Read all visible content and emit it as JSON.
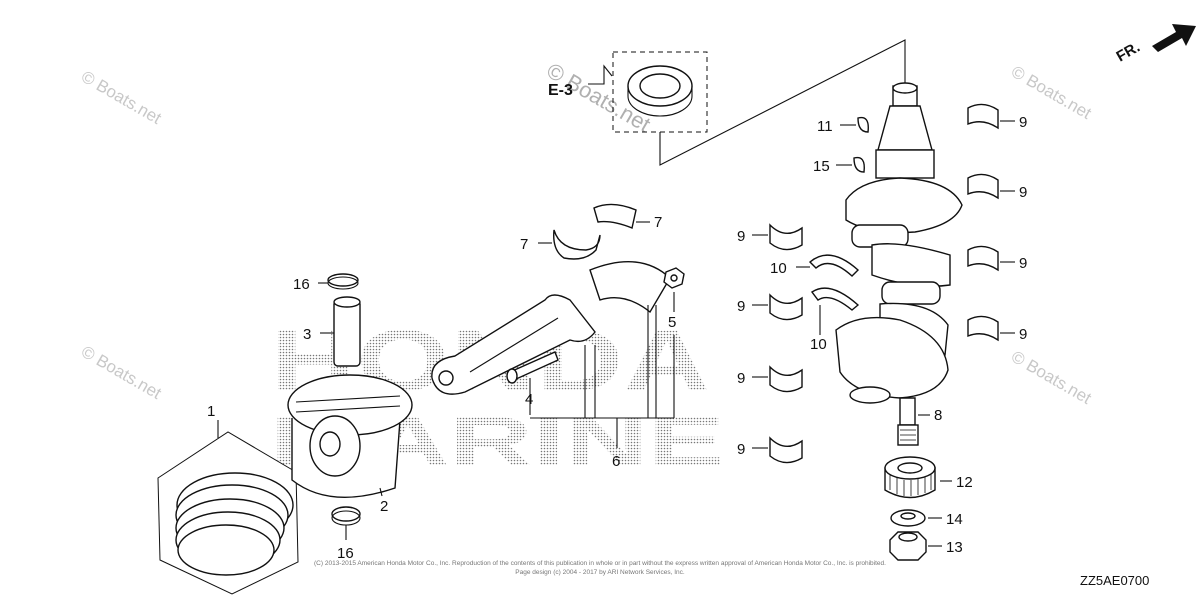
{
  "callouts": {
    "c1": "1",
    "c2": "2",
    "c3": "3",
    "c4": "4",
    "c5": "5",
    "c6": "6",
    "c7": "7",
    "c8": "8",
    "c9": "9",
    "c10": "10",
    "c11": "11",
    "c12": "12",
    "c13": "13",
    "c14": "14",
    "c15": "15",
    "c16": "16"
  },
  "reference": {
    "e_ref": "E-3"
  },
  "direction": {
    "fr": "FR."
  },
  "diagram_code": "ZZ5AE0700",
  "watermark": "© Boats.net",
  "watermark_center": "© Boats.net",
  "brand": {
    "line1": "HONDA",
    "line2": "MARINE"
  },
  "copyright_line1": "(C) 2013-2015 American Honda Motor Co., Inc. Reproduction of the contents of this publication in whole or in part without the express written approval of American Honda Motor Co., Inc. is prohibited.",
  "copyright_line2": "Page design (c) 2004 - 2017 by ARI Network Services, Inc."
}
